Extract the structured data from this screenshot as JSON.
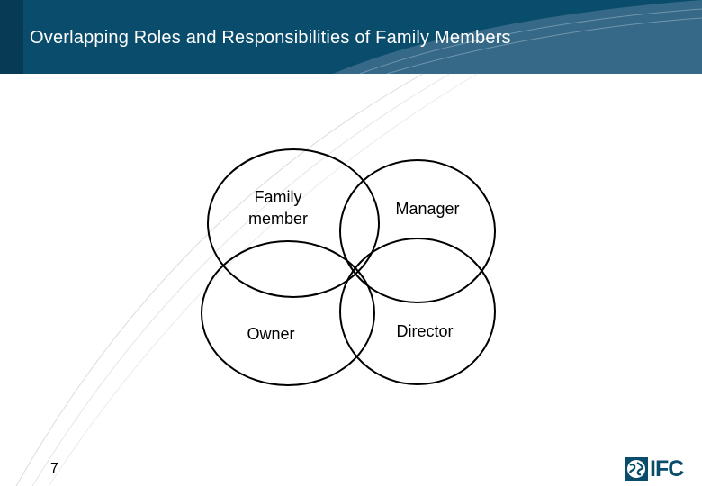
{
  "slide": {
    "title": "Overlapping Roles and Responsibilities of Family Members",
    "number": "7"
  },
  "diagram": {
    "type": "venn",
    "sets": [
      {
        "label_lines": [
          "Family",
          "member"
        ]
      },
      {
        "label_lines": [
          "Manager"
        ]
      },
      {
        "label_lines": [
          "Owner"
        ]
      },
      {
        "label_lines": [
          "Director"
        ]
      }
    ]
  },
  "logo": {
    "text": "IFC"
  },
  "colors": {
    "header": "#0a4c6c",
    "header_accent": "#063a55",
    "swoosh": "#3e6e8c",
    "circle_stroke": "#000000",
    "logo": "#0a4c6c"
  }
}
